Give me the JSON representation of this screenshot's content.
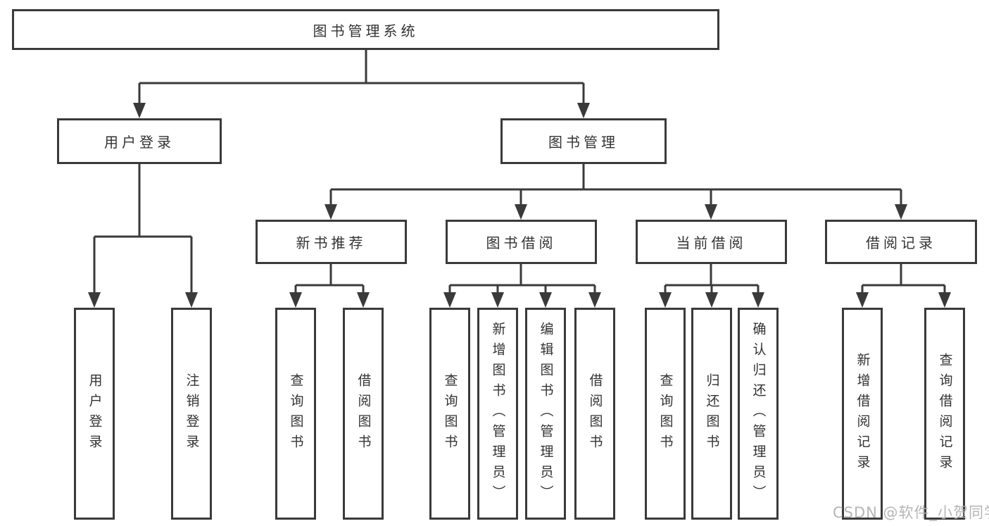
{
  "diagram": {
    "root": {
      "label": "图书管理系统"
    },
    "branches": [
      {
        "label": "用户登录",
        "children": [
          {
            "label": "用户登录"
          },
          {
            "label": "注销登录"
          }
        ]
      },
      {
        "label": "图书管理",
        "children": [
          {
            "label": "新书推荐",
            "children": [
              {
                "label": "查询图书"
              },
              {
                "label": "借阅图书"
              }
            ]
          },
          {
            "label": "图书借阅",
            "children": [
              {
                "label": "查询图书"
              },
              {
                "label": "新增图书（管理员）"
              },
              {
                "label": "编辑图书（管理员）"
              },
              {
                "label": "借阅图书"
              }
            ]
          },
          {
            "label": "当前借阅",
            "children": [
              {
                "label": "查询图书"
              },
              {
                "label": "归还图书"
              },
              {
                "label": "确认归还（管理员）"
              }
            ]
          },
          {
            "label": "借阅记录",
            "children": [
              {
                "label": "新增借阅记录"
              },
              {
                "label": "查询借阅记录"
              }
            ]
          }
        ]
      }
    ]
  },
  "watermark": {
    "text": "CSDN @软件_小贺同学"
  },
  "colors": {
    "line": "#3a3a3a",
    "text": "#333333",
    "background": "#ffffff",
    "watermark": "#b2b2b2"
  }
}
